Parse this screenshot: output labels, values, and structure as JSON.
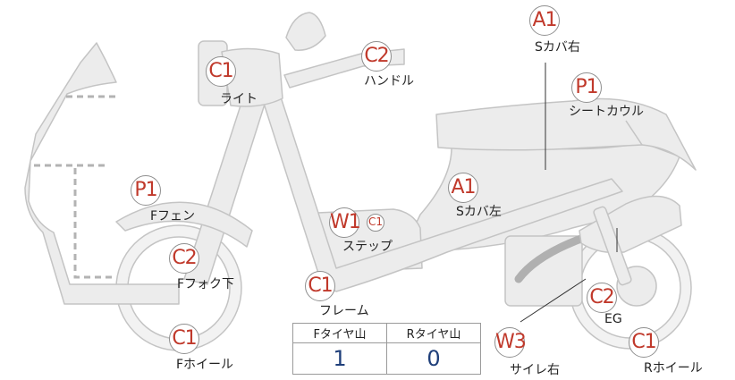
{
  "parts": [
    {
      "id": "light",
      "grade": "C1",
      "label": "ライト"
    },
    {
      "id": "handle",
      "grade": "C2",
      "label": "ハンドル"
    },
    {
      "id": "s-cover-right",
      "grade": "A1",
      "label": "Sカバ右"
    },
    {
      "id": "seat-cowl",
      "grade": "P1",
      "label": "シートカウル"
    },
    {
      "id": "f-fender",
      "grade": "P1",
      "label": "Fフェン"
    },
    {
      "id": "s-cover-left",
      "grade": "A1",
      "label": "Sカバ左"
    },
    {
      "id": "step",
      "grade": "W1",
      "grade_extra": "C1",
      "label": "ステップ"
    },
    {
      "id": "f-fork-lower",
      "grade": "C2",
      "label": "Fフォク下"
    },
    {
      "id": "frame",
      "grade": "C1",
      "label": "フレーム"
    },
    {
      "id": "engine",
      "grade": "C2",
      "label": "EG"
    },
    {
      "id": "f-wheel",
      "grade": "C1",
      "label": "Fホイール"
    },
    {
      "id": "muffler-right",
      "grade": "W3",
      "label": "サイレ右"
    },
    {
      "id": "r-wheel",
      "grade": "C1",
      "label": "Rホイール"
    }
  ],
  "tread_table": {
    "headers": [
      "Fタイヤ山",
      "Rタイヤ山"
    ],
    "values": [
      "1",
      "0"
    ]
  },
  "colors": {
    "grade_text": "#c0392b",
    "table_value_text": "#1f3f7a",
    "body_fill": "#ececec",
    "body_stroke": "#c4c4c4"
  }
}
